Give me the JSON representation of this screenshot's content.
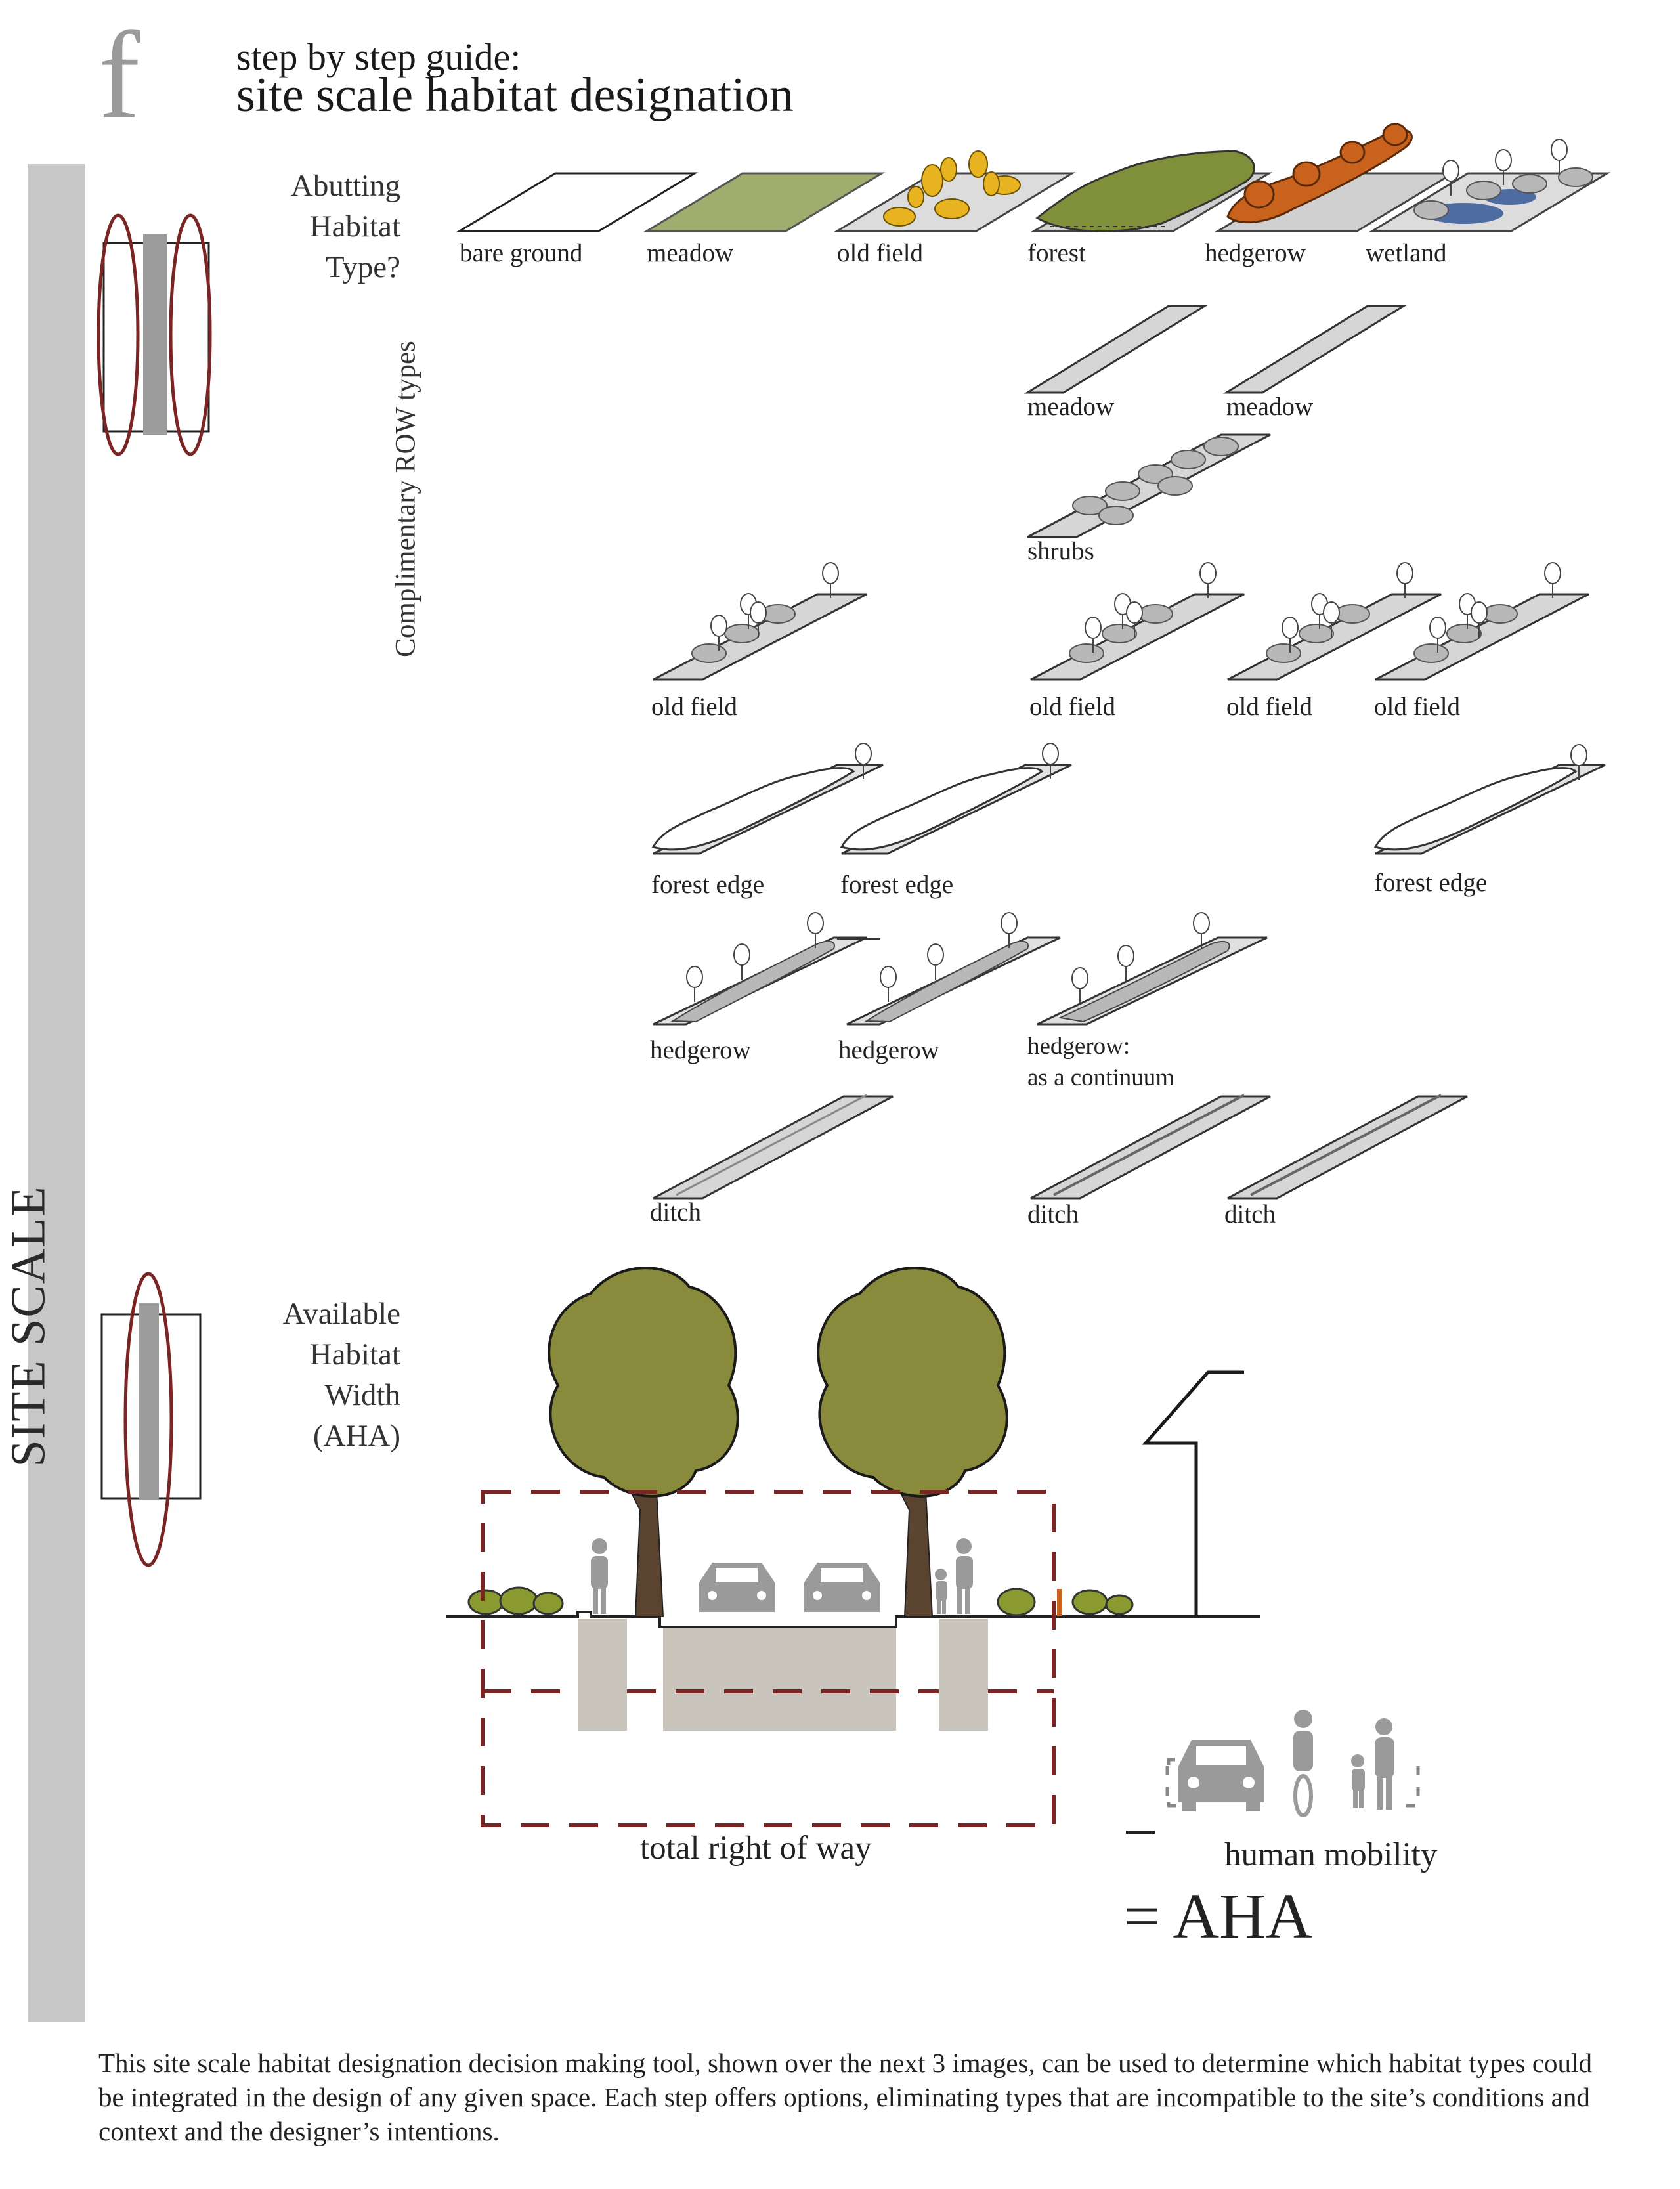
{
  "header": {
    "page_letter": "f",
    "subtitle": "step by step guide:",
    "title": "site scale habitat designation"
  },
  "sidebar": {
    "label": "SITE SCALE"
  },
  "step1": {
    "question": [
      "Abutting",
      "Habitat",
      "Type?"
    ],
    "row_axis_label": "Complimentary ROW types",
    "abutting_types": [
      "bare ground",
      "meadow",
      "old field",
      "forest",
      "hedgerow",
      "wetland"
    ],
    "row_types": {
      "meadow_row": [
        "meadow",
        "meadow"
      ],
      "shrubs_row": [
        "shrubs"
      ],
      "old_field_row": [
        "old field",
        "old field",
        "old field",
        "old field"
      ],
      "forest_edge_row": [
        "forest edge",
        "forest edge",
        "forest edge"
      ],
      "hedgerow_row": [
        "hedgerow",
        "hedgerow",
        "hedgerow:",
        "as a continuum"
      ],
      "ditch_row": [
        "ditch",
        "ditch",
        "ditch"
      ]
    }
  },
  "step2": {
    "question": [
      "Available",
      "Habitat",
      "Width",
      "(AHA)"
    ],
    "total_row_label": "total right of way",
    "human_mobility_label": "human mobility",
    "result": "= AHA"
  },
  "caption": "This site scale habitat designation decision making tool, shown over the next 3 images, can be used to determine which habitat types could be integrated in the design of any given space. Each step offers options, eliminating types that are incompatible to the site’s conditions and context and the designer’s intentions.",
  "colors": {
    "sidebar": "#c8c8c8",
    "oval_red": "#7a2424",
    "meadow_green": "#9fae6e",
    "forest_green": "#7f8f3a",
    "hedgerow_orange": "#c8621c",
    "old_field_yellow": "#e8b320",
    "wetland_blue": "#3e5f9a",
    "strip_gray": "#d6d6d6",
    "road_gray": "#c9c5bd",
    "tree_green": "#8a8a3c"
  },
  "icons": [
    "corridor-plan-icon",
    "car-icon",
    "pedestrian-icon",
    "cyclist-icon",
    "tree-icon",
    "streetlight-icon",
    "shrub-icon"
  ]
}
